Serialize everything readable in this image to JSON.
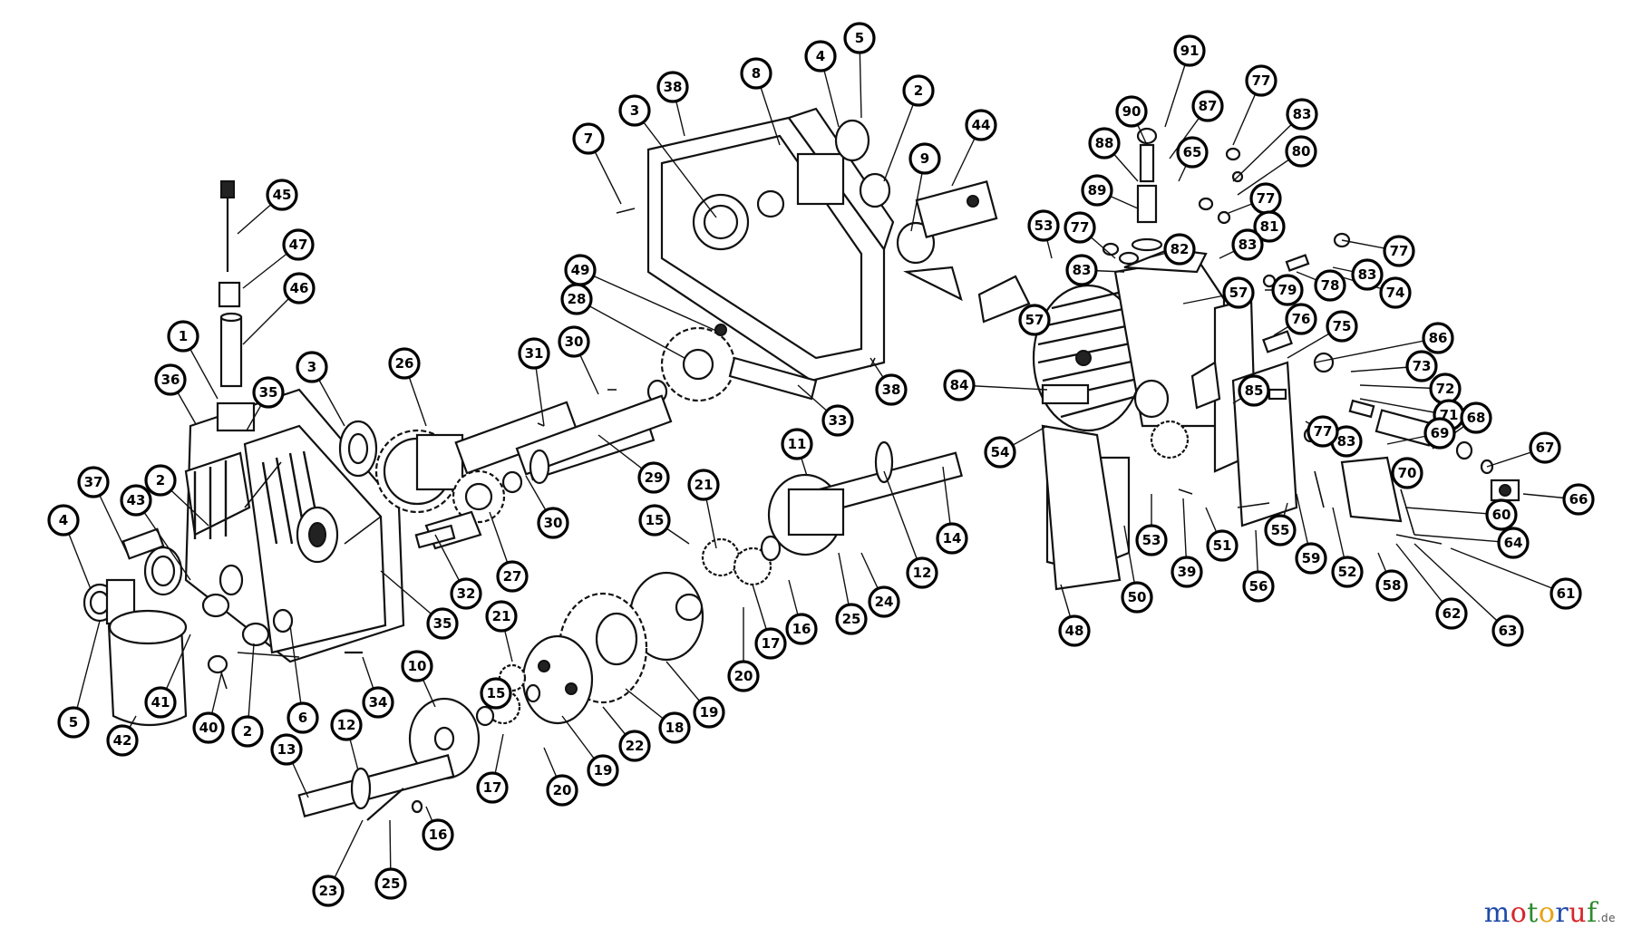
{
  "callouts": [
    {
      "label": "45"
    },
    {
      "label": "47"
    },
    {
      "label": "46"
    },
    {
      "label": "1"
    },
    {
      "label": "36"
    },
    {
      "label": "35"
    },
    {
      "label": "3"
    },
    {
      "label": "26"
    },
    {
      "label": "37"
    },
    {
      "label": "2"
    },
    {
      "label": "43"
    },
    {
      "label": "4"
    },
    {
      "label": "35"
    },
    {
      "label": "5"
    },
    {
      "label": "42"
    },
    {
      "label": "41"
    },
    {
      "label": "40"
    },
    {
      "label": "2"
    },
    {
      "label": "6"
    },
    {
      "label": "34"
    },
    {
      "label": "32"
    },
    {
      "label": "27"
    },
    {
      "label": "31"
    },
    {
      "label": "30"
    },
    {
      "label": "30"
    },
    {
      "label": "29"
    },
    {
      "label": "49"
    },
    {
      "label": "28"
    },
    {
      "label": "7"
    },
    {
      "label": "3"
    },
    {
      "label": "38"
    },
    {
      "label": "8"
    },
    {
      "label": "4"
    },
    {
      "label": "5"
    },
    {
      "label": "2"
    },
    {
      "label": "9"
    },
    {
      "label": "44"
    },
    {
      "label": "33"
    },
    {
      "label": "38"
    },
    {
      "label": "11"
    },
    {
      "label": "14"
    },
    {
      "label": "12"
    },
    {
      "label": "21"
    },
    {
      "label": "15"
    },
    {
      "label": "17"
    },
    {
      "label": "16"
    },
    {
      "label": "25"
    },
    {
      "label": "24"
    },
    {
      "label": "20"
    },
    {
      "label": "19"
    },
    {
      "label": "18"
    },
    {
      "label": "22"
    },
    {
      "label": "19"
    },
    {
      "label": "21"
    },
    {
      "label": "15"
    },
    {
      "label": "17"
    },
    {
      "label": "20"
    },
    {
      "label": "10"
    },
    {
      "label": "12"
    },
    {
      "label": "13"
    },
    {
      "label": "16"
    },
    {
      "label": "23"
    },
    {
      "label": "25"
    },
    {
      "label": "91"
    },
    {
      "label": "90"
    },
    {
      "label": "87"
    },
    {
      "label": "88"
    },
    {
      "label": "65"
    },
    {
      "label": "89"
    },
    {
      "label": "77"
    },
    {
      "label": "83"
    },
    {
      "label": "80"
    },
    {
      "label": "77"
    },
    {
      "label": "81"
    },
    {
      "label": "83"
    },
    {
      "label": "82"
    },
    {
      "label": "53"
    },
    {
      "label": "77"
    },
    {
      "label": "83"
    },
    {
      "label": "57"
    },
    {
      "label": "57"
    },
    {
      "label": "79"
    },
    {
      "label": "78"
    },
    {
      "label": "77"
    },
    {
      "label": "83"
    },
    {
      "label": "74"
    },
    {
      "label": "76"
    },
    {
      "label": "75"
    },
    {
      "label": "86"
    },
    {
      "label": "84"
    },
    {
      "label": "85"
    },
    {
      "label": "73"
    },
    {
      "label": "72"
    },
    {
      "label": "71"
    },
    {
      "label": "83"
    },
    {
      "label": "77"
    },
    {
      "label": "69"
    },
    {
      "label": "68"
    },
    {
      "label": "67"
    },
    {
      "label": "70"
    },
    {
      "label": "66"
    },
    {
      "label": "54"
    },
    {
      "label": "60"
    },
    {
      "label": "64"
    },
    {
      "label": "61"
    },
    {
      "label": "63"
    },
    {
      "label": "62"
    },
    {
      "label": "58"
    },
    {
      "label": "52"
    },
    {
      "label": "59"
    },
    {
      "label": "55"
    },
    {
      "label": "56"
    },
    {
      "label": "51"
    },
    {
      "label": "39"
    },
    {
      "label": "53"
    },
    {
      "label": "50"
    },
    {
      "label": "48"
    }
  ],
  "watermark": {
    "brand": "motoruf",
    "tld": ".de",
    "colors": [
      "#1f4aa8",
      "#d6262b",
      "#2e8b2e",
      "#e8a317",
      "#1f4aa8",
      "#d6262b",
      "#2e8b2e"
    ]
  }
}
